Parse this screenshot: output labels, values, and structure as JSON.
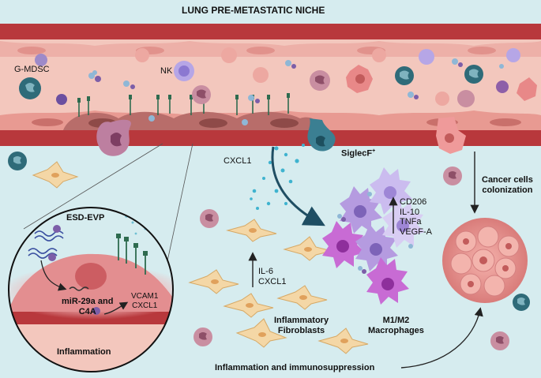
{
  "title": "LUNG PRE-METASTATIC NICHE",
  "vessel_labels": {
    "gmdsc": "G-MDSC",
    "nk": "NK",
    "siglec": "SiglecF",
    "siglec_sup": "+"
  },
  "signals": {
    "cxcl1": "CXCL1",
    "fibro_signals": [
      "IL-6",
      "CXCL1"
    ],
    "macro_signals": [
      "CD206",
      "IL-10",
      "TNFa",
      "VEGF-A"
    ]
  },
  "cell_labels": {
    "fibroblasts": [
      "Inflammatory",
      "Fibroblasts"
    ],
    "macrophages": [
      "M1/M2",
      "Macrophages"
    ],
    "colonization": [
      "Cancer cells",
      "colonization"
    ]
  },
  "inset": {
    "title": "ESD-EVP",
    "mirna": [
      "miR-29a and",
      "C4A"
    ],
    "receptors": [
      "VCAM1",
      "CXCL1"
    ],
    "caption": "Inflammation"
  },
  "footer": "Inflammation and immunosuppression",
  "colors": {
    "background": "#d6ecef",
    "vessel_wall": "#b8383c",
    "lumen": "#f3c7bd",
    "endothelium": "#e89a92",
    "fibroblast": "#f4d7a6",
    "macrophage_purple": "#b59be0",
    "macrophage_magenta": "#c86bd4",
    "tumor": "#ee9a9a",
    "cxcl1_dots": "#3fb3cf",
    "arrow": "#1f4e63"
  }
}
